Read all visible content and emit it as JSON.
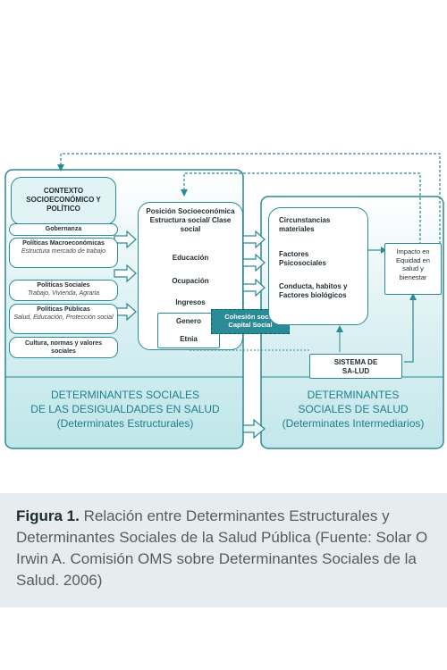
{
  "diagram": {
    "contexto_title": "CONTEXTO SOCIOECONÓMICO Y POLÍTICO",
    "gobernanza": "Gobernanza",
    "politicas_macro": "Políticas Macroeconómicas",
    "politicas_macro_sub": "Estructura mercado de trabajo",
    "politicas_sociales": "Políticas Sociales",
    "politicas_sociales_sub": "Trabajo, Vivienda, Agraria",
    "politicas_publicas": "Políticas Públicas",
    "politicas_publicas_sub": "Salud, Educación, Protección social",
    "cultura": "Cultura, normas y valores sociales",
    "posicion": "Posición Socioeconómica Estructura social/ Clase social",
    "educacion": "Educación",
    "ocupacion": "Ocupación",
    "ingresos": "Ingresos",
    "genero": "Genero",
    "etnia": "Etnia",
    "cohesion": "Cohesión social Capital Social",
    "circunstancias": "Circunstancias materiales",
    "factores_psico": "Factores Psicosociales",
    "conducta": "Conducta, habitos y Factores biológicos",
    "impacto": "Impacto en Equidad en salud y bienestar",
    "sistema_salud": "SISTEMA DE SA-LUD",
    "estructurales_title_1": "DETERMINANTES SOCIALES",
    "estructurales_title_2": "DE LAS DESIGUALDADES EN SALUD",
    "estructurales_sub": "(Determinates Estructurales)",
    "intermedios_title_1": "DETERMINANTES",
    "intermedios_title_2": "SOCIALES DE SALUD",
    "intermedios_sub": "(Determinates Intermediarios)"
  },
  "caption": {
    "label": "Figura 1.",
    "text": " Relación entre Determinantes Estructurales y Determinantes Sociales de la Salud Pública (Fuente: Solar O Irwin A. Comisión OMS sobre Determinantes Sociales de la Salud. 2006)"
  },
  "colors": {
    "teal": "#2a8a95",
    "teal_light": "#d6eef0",
    "teal_dark": "#1f7f8a",
    "caption_bg": "#e7ecee"
  }
}
